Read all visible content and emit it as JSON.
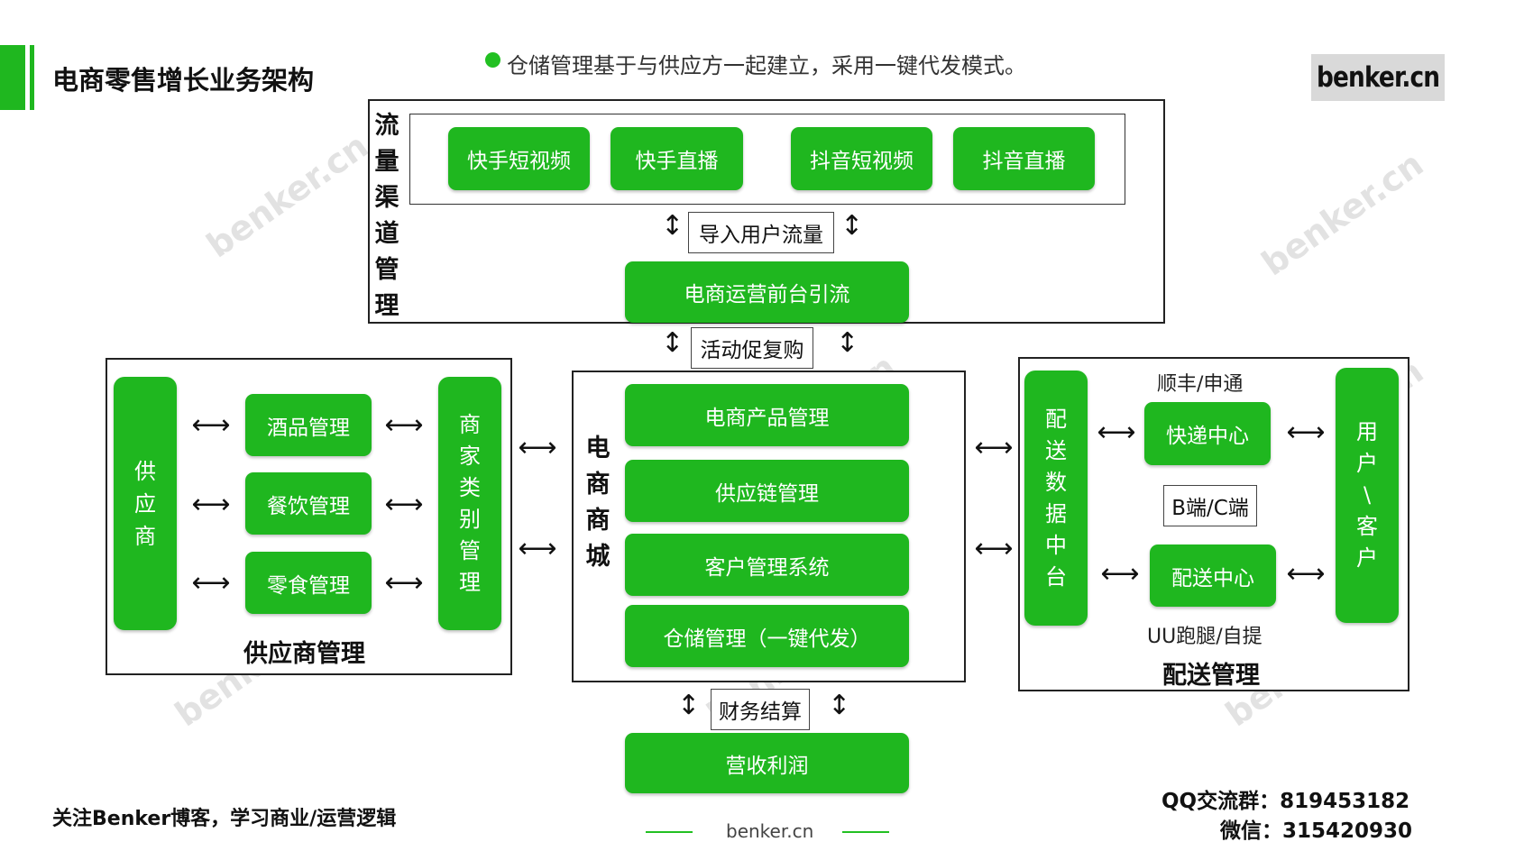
{
  "header": {
    "title": "电商零售增长业务架构",
    "note": "仓储管理基于与供应方一起建立，采用一键代发模式。",
    "logo": "benker.cn"
  },
  "traffic": {
    "side_label": [
      "流",
      "量",
      "渠",
      "道",
      "管",
      "理"
    ],
    "channels": [
      "快手短视频",
      "快手直播",
      "抖音短视频",
      "抖音直播"
    ],
    "import_label": "导入用户流量",
    "frontend": "电商运营前台引流"
  },
  "promo_label": "活动促复购",
  "supplier": {
    "supplier_label": [
      "供",
      "应",
      "商"
    ],
    "items": [
      "酒品管理",
      "餐饮管理",
      "零食管理"
    ],
    "category_label": [
      "商",
      "家",
      "类",
      "别",
      "管",
      "理"
    ],
    "title": "供应商管理"
  },
  "mall": {
    "side_label": [
      "电",
      "商",
      "商",
      "城"
    ],
    "items": [
      "电商产品管理",
      "供应链管理",
      "客户管理系统",
      "仓储管理（一键代发）"
    ]
  },
  "delivery": {
    "data_center_label": [
      "配",
      "送",
      "数",
      "据",
      "中",
      "台"
    ],
    "top_caption": "顺丰/申通",
    "express_center": "快递中心",
    "middle_tag": "B端/C端",
    "delivery_center": "配送中心",
    "bottom_caption": "UU跑腿/自提",
    "customer_label": [
      "用",
      "户",
      "\\",
      "客",
      "户"
    ],
    "title": "配送管理"
  },
  "finance": {
    "label": "财务结算",
    "revenue": "营收利润"
  },
  "footer": {
    "follow": "关注Benker博客，学习商业/运营逻辑",
    "site": "benker.cn",
    "qq": "QQ交流群：819453182",
    "wechat": "微信：315420930"
  },
  "watermark": "benker.cn",
  "colors": {
    "green": "#1fb71f",
    "dot": "#22c022"
  }
}
